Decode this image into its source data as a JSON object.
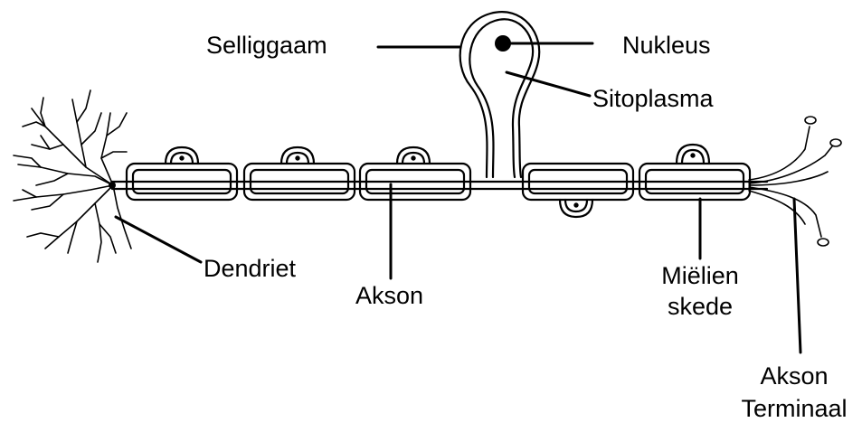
{
  "labels": {
    "cell_body": "Selliggaam",
    "nucleus": "Nukleus",
    "cytoplasm": "Sitoplasma",
    "dendrite": "Dendriet",
    "axon": "Akson",
    "myelin_line1": "Miëlien",
    "myelin_line2": "skede",
    "terminal_line1": "Akson",
    "terminal_line2": "Terminaal"
  },
  "colors": {
    "ink": "#000000",
    "background": "#ffffff"
  }
}
